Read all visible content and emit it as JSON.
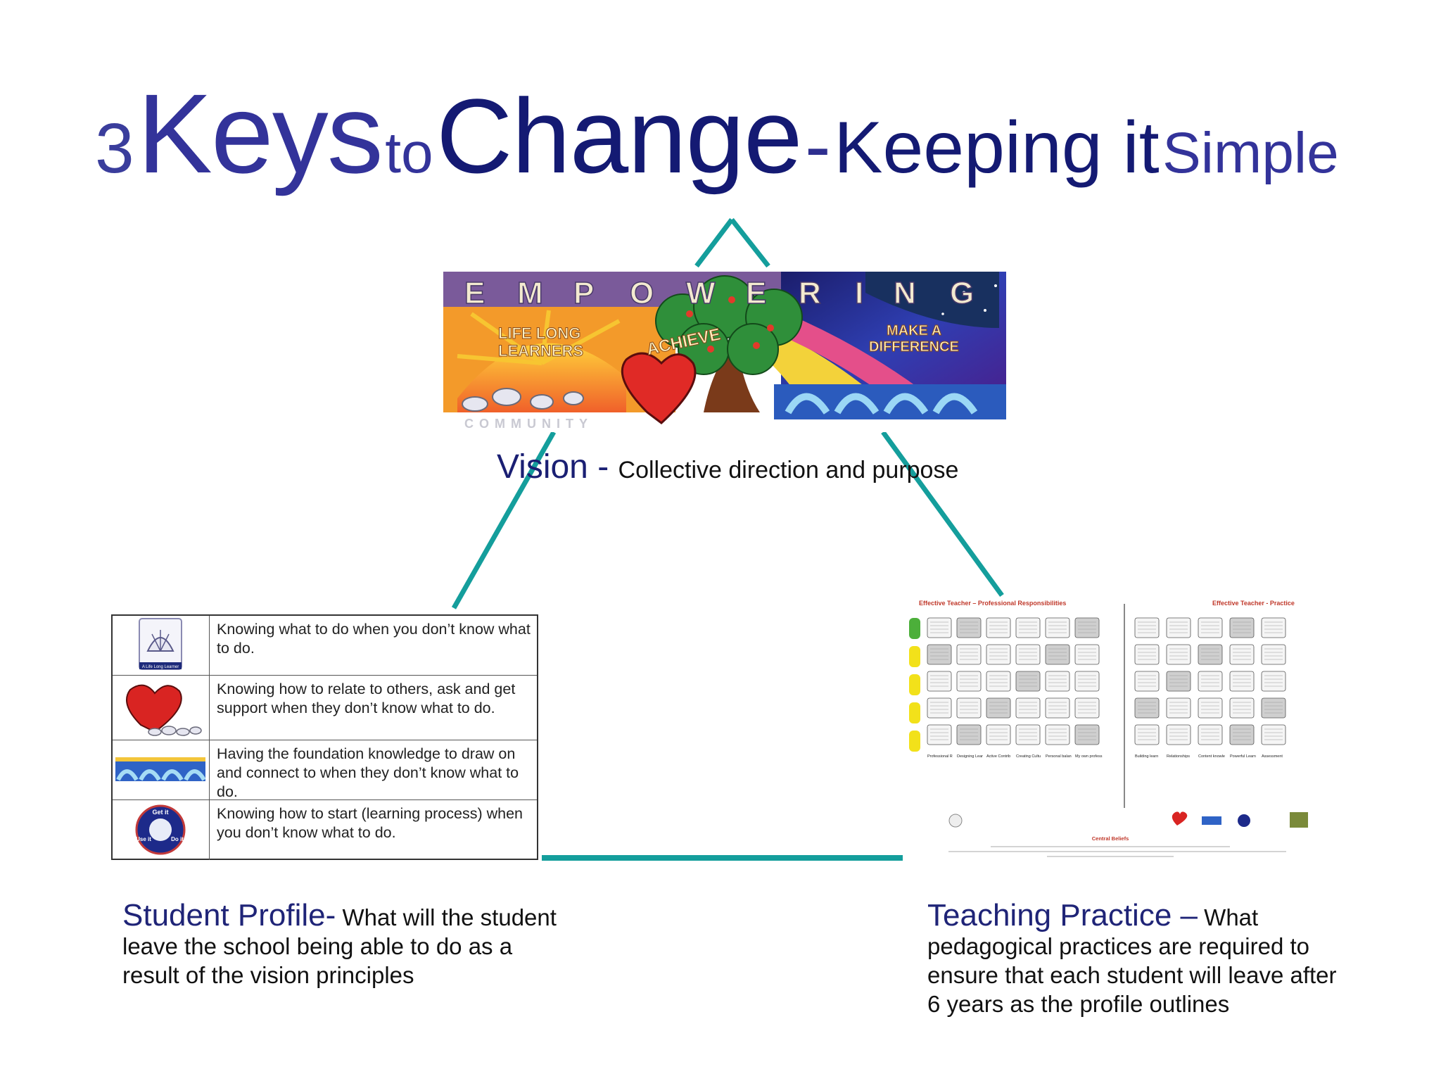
{
  "title": {
    "part1": "3",
    "part2": "Keys",
    "part3": "to",
    "part4": "Change",
    "part5": "-",
    "part6": "Keeping it",
    "part7": "Simple"
  },
  "banner": {
    "letters": [
      "E",
      "M",
      "P",
      "O",
      "W",
      "E",
      "R",
      "I",
      "N",
      "G"
    ],
    "life_long": "LIFE LONG",
    "learners": "LEARNERS",
    "achieve": "ACHIEVE",
    "make_a": "MAKE A",
    "difference": "DIFFERENCE",
    "community": "COMMUNITY"
  },
  "vision": {
    "label": "Vision",
    "dash": " - ",
    "description": "Collective direction and purpose"
  },
  "student_profile_table": {
    "icon_caption": "A Life Long Learner",
    "badge_words": [
      "Get it",
      "Use it",
      "Do it"
    ],
    "rows": [
      {
        "icon": "shell-icon",
        "text": "Knowing what to do when you don’t know what to do."
      },
      {
        "icon": "heart-icon",
        "text": "Knowing how to relate to others, ask and get support when they don’t know what to do."
      },
      {
        "icon": "wave-icon",
        "text": "Having the foundation knowledge to draw on and connect to when they don’t know what to do."
      },
      {
        "icon": "circle-badge-icon",
        "text": "Knowing how to start (learning process) when you don’t know what to do."
      }
    ]
  },
  "teaching_chart": {
    "left_title": "Effective Teacher – Professional Responsibilities",
    "right_title": "Effective Teacher - Practice",
    "column_headings": [
      "Professional Responsibilities",
      "Designing Learning",
      "Active Contributor",
      "Creating Culture of learning",
      "Personal balance and wellbeing",
      "My own professional learning",
      "Building learning capacity",
      "Relationships",
      "Content knowledge",
      "Powerful Learning Process",
      "Assessment"
    ],
    "central_beliefs": "Central Beliefs"
  },
  "captions": {
    "student_head": "Student Profile-",
    "student_body": " What will the student leave the school being able to do as a result of the vision principles",
    "teaching_head": "Teaching Practice –",
    "teaching_body": " What pedagogical practices are required to ensure that each student will leave after 6 years as the profile outlines"
  },
  "colors": {
    "triangle": "#149e9c",
    "title_dark": "#141a73",
    "title_light": "#33339a"
  }
}
